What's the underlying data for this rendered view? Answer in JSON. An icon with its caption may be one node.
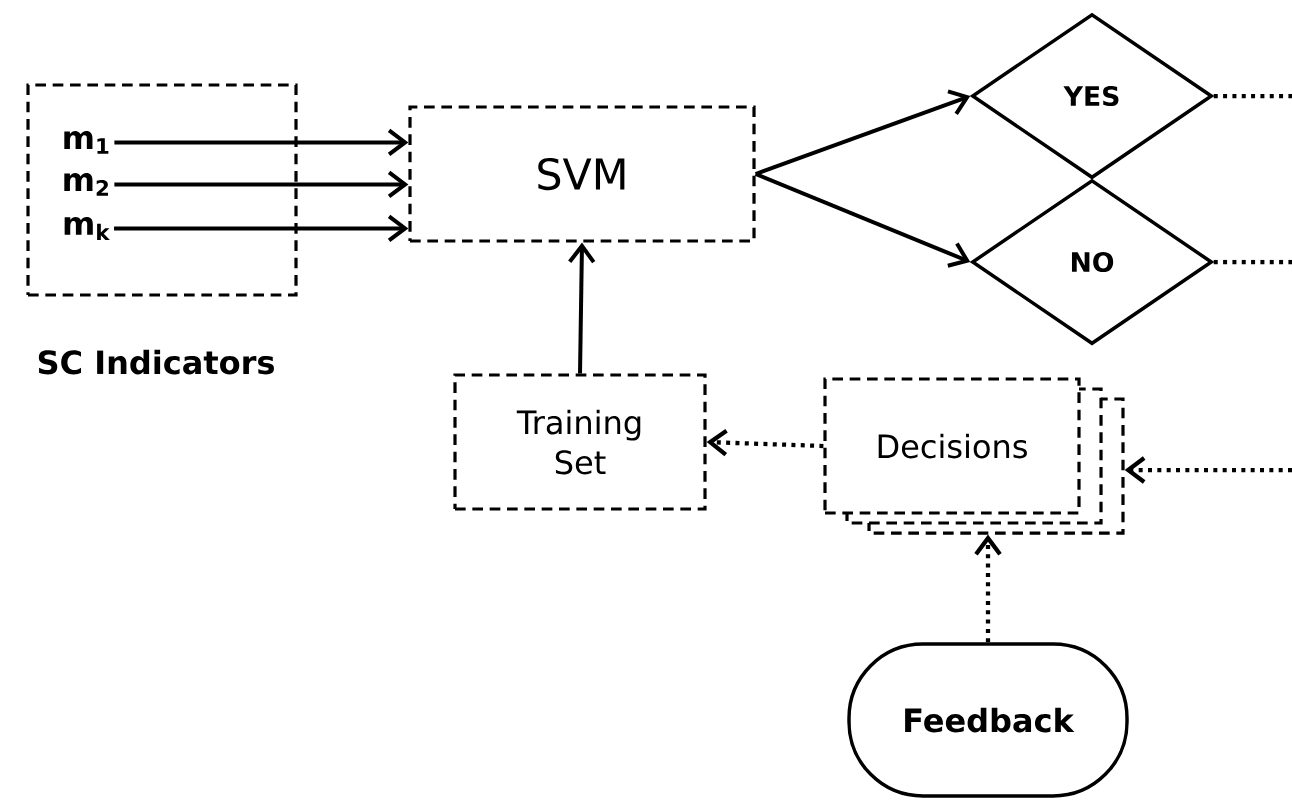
{
  "diagram": {
    "nodes": [
      {
        "text": [
          "SC Indicators"
        ]
      },
      {
        "text": [
          "m$_{1}$"
        ],
        "in": 0
      },
      {
        "text": [
          "m$_{2}$"
        ],
        "in": 0
      },
      {
        "text": [
          "m$_{k}$"
        ],
        "in": 0
      },
      {
        "text": [
          "SVM"
        ]
      },
      {
        "text": [
          "YES"
        ]
      },
      {
        "text": [
          "NO"
        ]
      },
      {
        "text": [
          "Training Set"
        ]
      },
      {
        "text": [
          "Decisions"
        ]
      },
      {
        "text": [
          "Feedback"
        ]
      }
    ],
    "edges": [
      {
        "from": 1,
        "to": 4,
        "arrow": "to"
      },
      {
        "from": 2,
        "to": 4,
        "arrow": "to"
      },
      {
        "from": 3,
        "to": 4,
        "arrow": "to"
      },
      {
        "from": 4,
        "to": 5,
        "arrow": "to"
      },
      {
        "from": 4,
        "to": 6,
        "arrow": "to"
      },
      {
        "from": 7,
        "to": 4,
        "arrow": "to"
      },
      {
        "from": 8,
        "to": 7,
        "arrow": "to",
        "style": "dashed"
      },
      {
        "from": 9,
        "to": 8,
        "arrow": "to",
        "style": "dashed"
      },
      {
        "from": null,
        "to": 8,
        "arrow": "to",
        "style": "dashed"
      },
      {
        "from": 5,
        "to": null,
        "arrow": "none",
        "style": "dashed"
      },
      {
        "from": 6,
        "to": null,
        "arrow": "none",
        "style": "dashed"
      }
    ]
  }
}
